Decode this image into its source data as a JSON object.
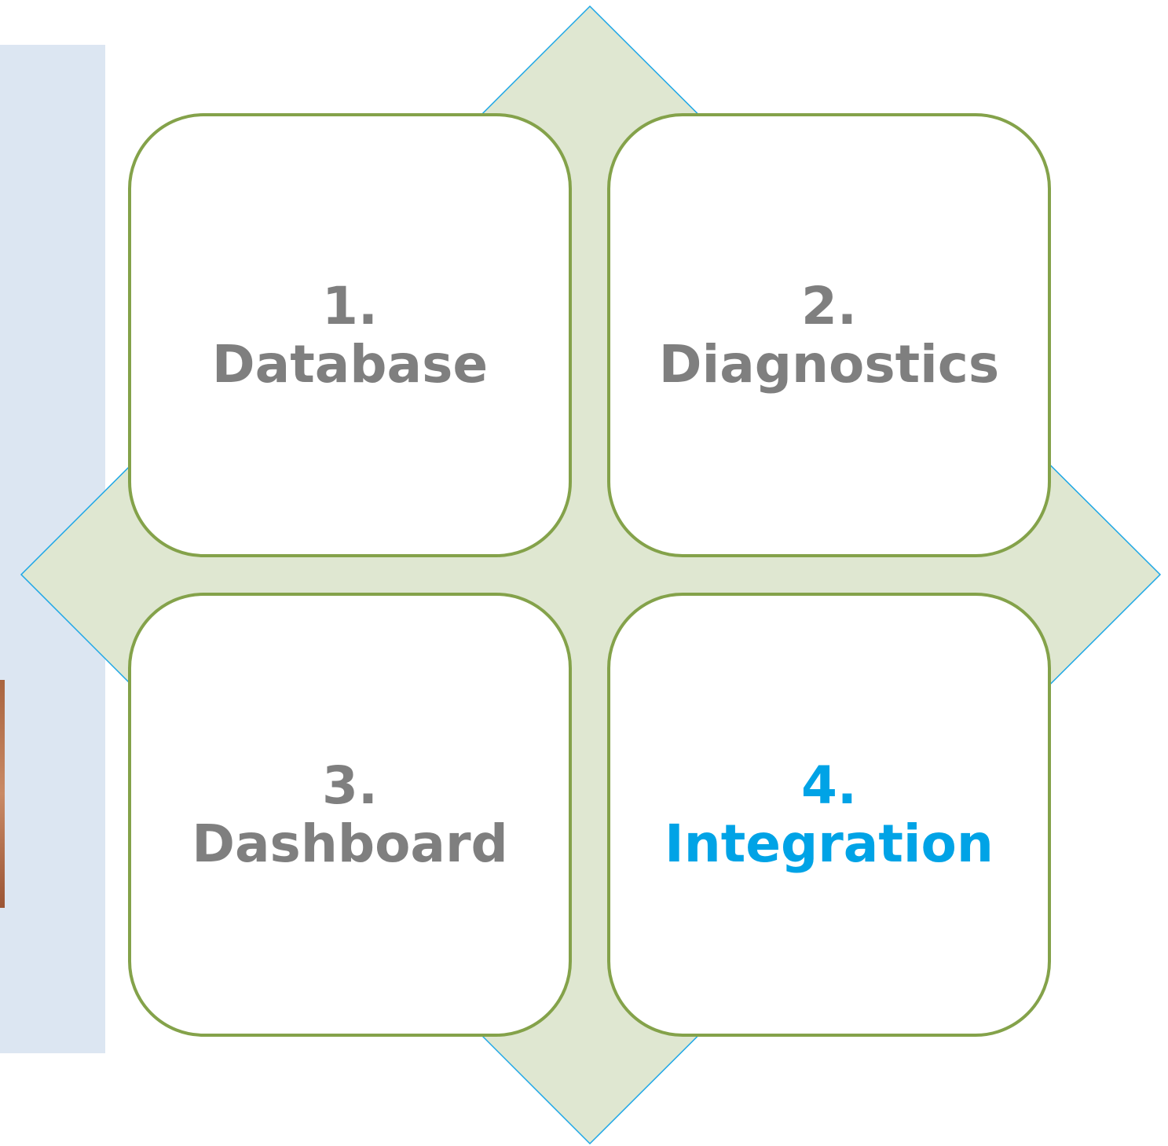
{
  "colors": {
    "text_default": "#7f7f7f",
    "text_highlight": "#00a3e6",
    "box_border": "#84a24a",
    "diamond_fill": "#dfe7d1",
    "diamond_stroke": "#1ea7e6",
    "side_panel": "#dce6f2"
  },
  "quadrants": [
    {
      "number": "1.",
      "label": "Database",
      "highlighted": false
    },
    {
      "number": "2.",
      "label": "Diagnostics",
      "highlighted": false
    },
    {
      "number": "3.",
      "label": "Dashboard",
      "highlighted": false
    },
    {
      "number": "4.",
      "label": "Integration",
      "highlighted": true
    }
  ]
}
